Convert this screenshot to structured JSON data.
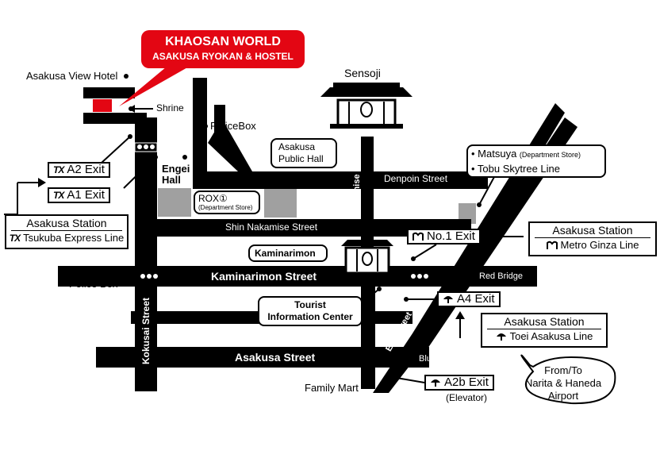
{
  "colors": {
    "road": "#000000",
    "highlight": "#e30613",
    "building": "#a0a0a0",
    "text_on_road": "#ffffff"
  },
  "callout": {
    "title": "KHAOSAN WORLD",
    "subtitle": "ASAKUSA RYOKAN & HOSTEL"
  },
  "landmarks": {
    "asakusa_view_hotel": "Asakusa View Hotel",
    "shrine": "Shrine",
    "police_box_top": "PoliceBox",
    "sensoji": "Sensoji",
    "engei_hall": "Engei\nHall",
    "rox": "ROX①",
    "rox_sub": "(Department Store)",
    "public_hall": "Asakusa\nPublic Hall",
    "kaminarimon": "Kaminarimon",
    "police_box_left": "Police Box",
    "tourist_info": "Tourist\nInformation Center",
    "family_mart": "Family Mart",
    "matsuya": "• Matsuya",
    "matsuya_sub": "(Department Store)",
    "tobu": "• Tobu Skytree Line",
    "airport": "From/To\nNarita & Haneda\nAirport"
  },
  "streets": {
    "denpoin": "Denpoin Street",
    "shin_nakamise": "Shin Nakamise Street",
    "nakamise": "Nakamise Street",
    "kaminarimon": "Kaminarimon Street",
    "asakusa": "Asakusa Street",
    "kokusai": "Kokusai Street",
    "edo": "Edo Street",
    "red_bridge": "Red Bridge",
    "blue_bridge": "Blue Bridge"
  },
  "exits": {
    "a2": "A2 Exit",
    "a1": "A1 Exit",
    "no1": "No.1 Exit",
    "a4": "A4 Exit",
    "a2b": "A2b Exit",
    "a2b_sub": "(Elevator)"
  },
  "stations": {
    "tx": {
      "name": "Asakusa Station",
      "line": "Tsukuba Express Line",
      "logo": "TX"
    },
    "metro": {
      "name": "Asakusa Station",
      "line": "Metro Ginza Line",
      "logo": "metro-icon"
    },
    "toei": {
      "name": "Asakusa Station",
      "line": "Toei Asakusa Line",
      "logo": "toei-icon"
    }
  }
}
